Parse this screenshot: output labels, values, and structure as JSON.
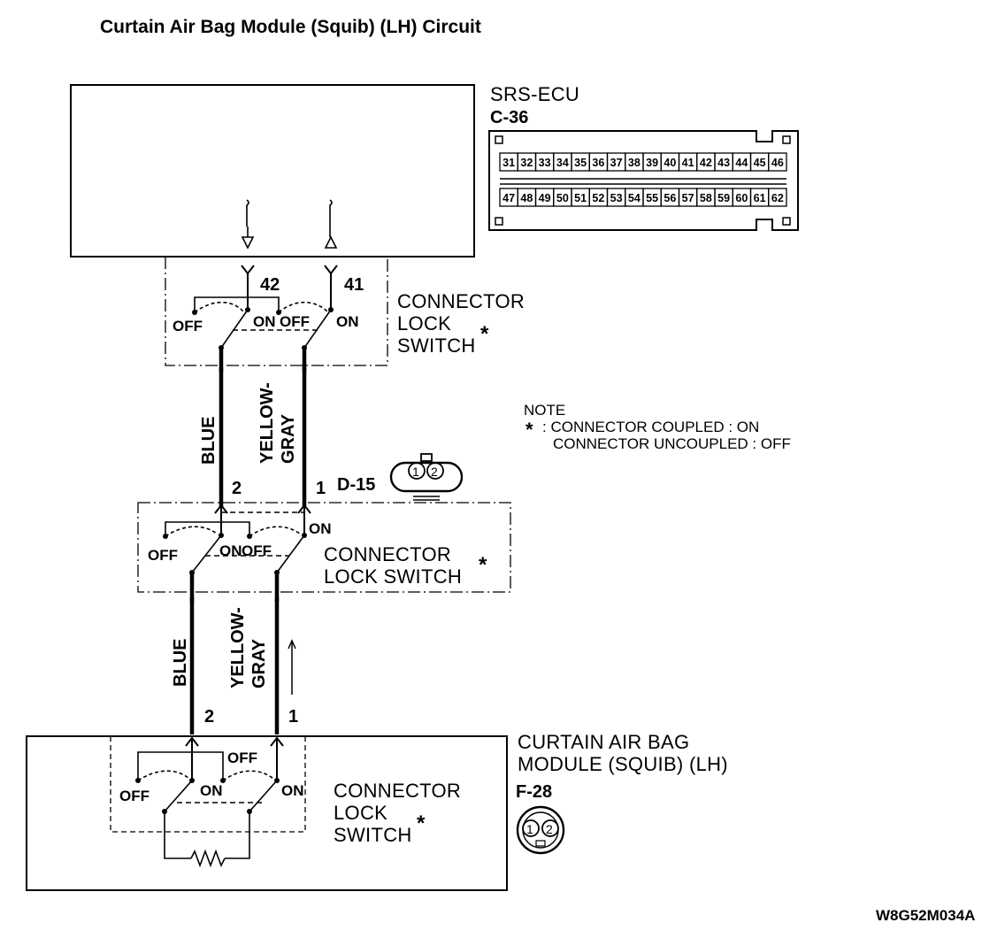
{
  "title": "Curtain Air Bag Module (Squib) (LH) Circuit",
  "ecu": {
    "name": "SRS-ECU",
    "connector": "C-36",
    "top_pins": [
      "31",
      "32",
      "33",
      "34",
      "35",
      "36",
      "37",
      "38",
      "39",
      "40",
      "41",
      "42",
      "43",
      "44",
      "45",
      "46"
    ],
    "bottom_pins": [
      "47",
      "48",
      "49",
      "50",
      "51",
      "52",
      "53",
      "54",
      "55",
      "56",
      "57",
      "58",
      "59",
      "60",
      "61",
      "62"
    ]
  },
  "ecu_switch": {
    "label_lines": [
      "CONNECTOR",
      "LOCK",
      "SWITCH"
    ],
    "asterisk": "*",
    "pin_left": "42",
    "pin_right": "41",
    "off_left": "OFF",
    "on_left": "ON",
    "off_right": "OFF",
    "on_right": "ON"
  },
  "wires_upper": {
    "left_color": "BLUE",
    "right_color_1": "YELLOW-",
    "right_color_2": "GRAY"
  },
  "note": {
    "heading": "NOTE",
    "asterisk": "*",
    "line1": ": CONNECTOR COUPLED : ON",
    "line2": "CONNECTOR UNCOUPLED : OFF"
  },
  "mid_connector": {
    "id": "D-15",
    "pin_left": "2",
    "pin_right": "1",
    "icon_pin1": "1",
    "icon_pin2": "2",
    "label_line1": "CONNECTOR",
    "label_line2": "LOCK SWITCH",
    "asterisk": "*",
    "off_left": "OFF",
    "on_left": "ON",
    "off_right": "OFF",
    "on_right": "ON"
  },
  "wires_lower": {
    "left_color": "BLUE",
    "right_color_1": "YELLOW-",
    "right_color_2": "GRAY"
  },
  "module": {
    "name_line1": "CURTAIN AIR BAG",
    "name_line2": "MODULE (SQUIB) (LH)",
    "connector": "F-28",
    "icon_pin1": "1",
    "icon_pin2": "2",
    "pin_left": "2",
    "pin_right": "1",
    "switch_lines": [
      "CONNECTOR",
      "LOCK",
      "SWITCH"
    ],
    "asterisk": "*",
    "off_left": "OFF",
    "on_left": "ON",
    "off_right": "OFF",
    "on_right": "ON"
  },
  "figure_code": "W8G52M034A"
}
